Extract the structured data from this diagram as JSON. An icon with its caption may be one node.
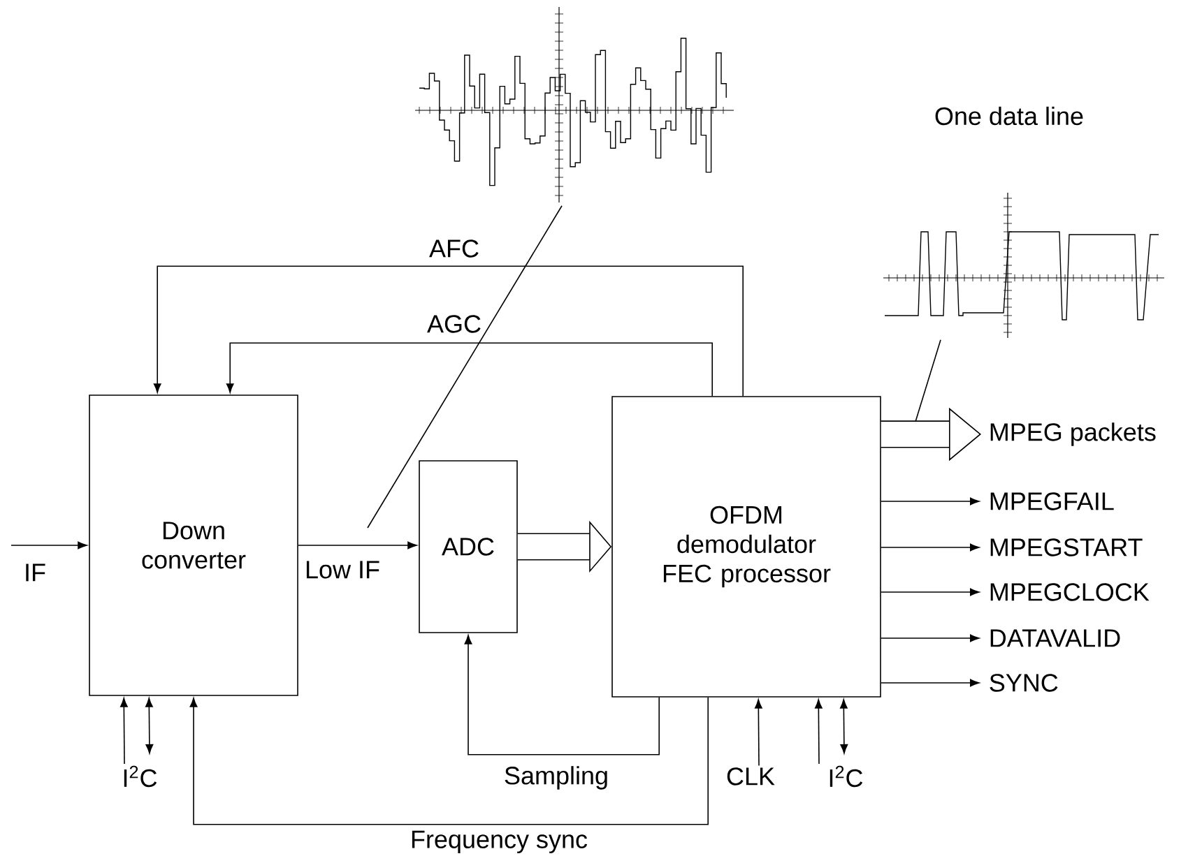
{
  "diagram": {
    "nodes": [
      {
        "text": [],
        "shape": "picture"
      },
      {
        "text": [
          "One data line"
        ]
      },
      {
        "text": [
          "Down converter"
        ]
      },
      {
        "text": [
          "ADC"
        ]
      },
      {
        "text": [
          "OFDM demodulator FEC processor"
        ]
      },
      {
        "text": [
          "MPEG packets"
        ]
      },
      {
        "text": [
          "MPEGFAIL"
        ]
      },
      {
        "text": [
          "MPEGSTART"
        ]
      },
      {
        "text": [
          "MPEGCLOCK"
        ]
      },
      {
        "text": [
          "DATAVALID"
        ]
      },
      {
        "text": [
          "SYNC"
        ]
      },
      {
        "text": [
          "I$^{2}$C"
        ]
      },
      {
        "text": [
          "CLK"
        ]
      },
      {
        "text": [
          "I$^{2}$C"
        ]
      }
    ],
    "edges": [
      {
        "from": 4,
        "to": 2,
        "arrow": "to",
        "label": "AFC"
      },
      {
        "from": 4,
        "to": 2,
        "arrow": "to",
        "label": "AGC"
      },
      {
        "from": null,
        "to": 2,
        "arrow": "to",
        "label": "IF"
      },
      {
        "from": 2,
        "to": 3,
        "arrow": "to",
        "label": "Low IF"
      },
      {
        "from": 3,
        "to": 4,
        "arrow": "to",
        "style": "thick"
      },
      {
        "from": 4,
        "to": 5,
        "arrow": "to",
        "style": "thick"
      },
      {
        "from": 4,
        "to": 6,
        "arrow": "to"
      },
      {
        "from": 4,
        "to": 7,
        "arrow": "to"
      },
      {
        "from": 4,
        "to": 8,
        "arrow": "to"
      },
      {
        "from": 4,
        "to": 9,
        "arrow": "to"
      },
      {
        "from": 4,
        "to": 10,
        "arrow": "to"
      },
      {
        "from": 4,
        "to": 3,
        "arrow": "to",
        "label": "Sampling"
      },
      {
        "from": 4,
        "to": 2,
        "arrow": "to",
        "label": "Frequency sync"
      },
      {
        "from": 11,
        "to": 2,
        "arrow": "to"
      },
      {
        "from": 11,
        "to": 2,
        "arrow": "both"
      },
      {
        "from": 12,
        "to": 4,
        "arrow": "to"
      },
      {
        "from": 13,
        "to": 4,
        "arrow": "to"
      },
      {
        "from": 13,
        "to": 4,
        "arrow": "both"
      },
      {
        "from": 0,
        "to": null,
        "arrow": "none"
      },
      {
        "from": 1,
        "to": null,
        "arrow": "none"
      }
    ]
  }
}
